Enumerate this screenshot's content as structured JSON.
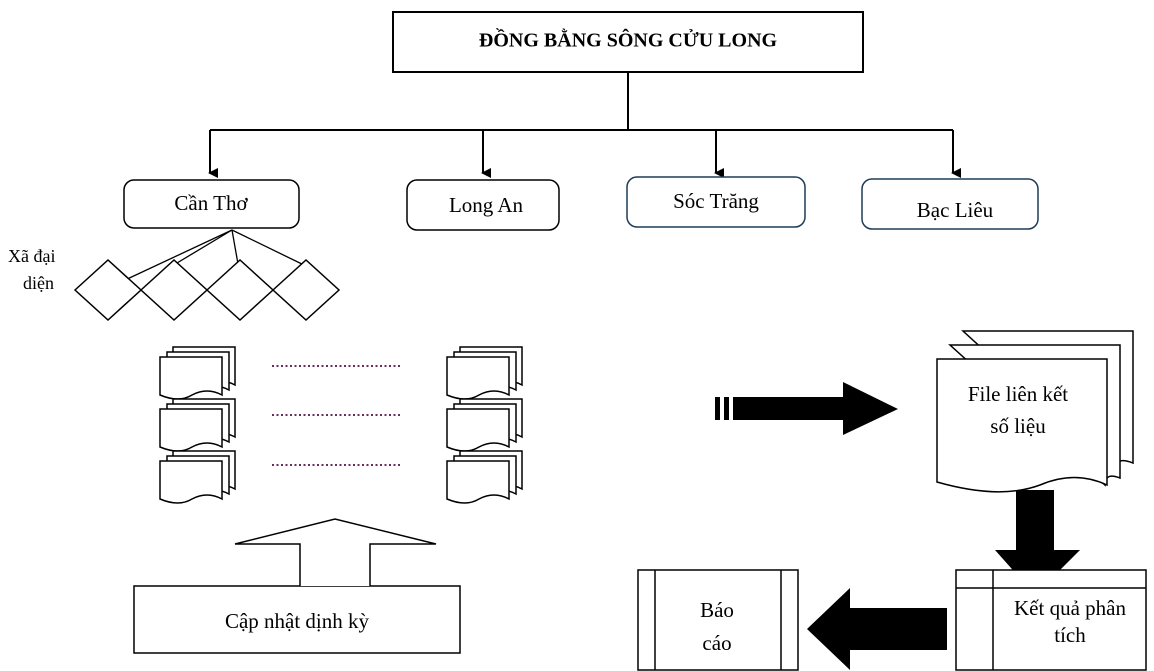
{
  "title": "ĐỒNG BẰNG SÔNG CỬU LONG",
  "provinces": [
    "Cần Thơ",
    "Long An",
    "Sóc Trăng",
    "Bạc Liêu"
  ],
  "representative_communes_label": [
    "Xã đại",
    "diện"
  ],
  "update_label": "Cập nhật dịnh kỳ",
  "linked_file_label": [
    "File liên kết",
    "số liệu"
  ],
  "analysis_result_label": [
    "Kết quả phân",
    "tích"
  ],
  "report_label": [
    "Báo",
    "cáo"
  ],
  "colors": {
    "stroke": "#000000",
    "accent_border": "#1f3b57",
    "dotted": "#6b2c5c"
  }
}
